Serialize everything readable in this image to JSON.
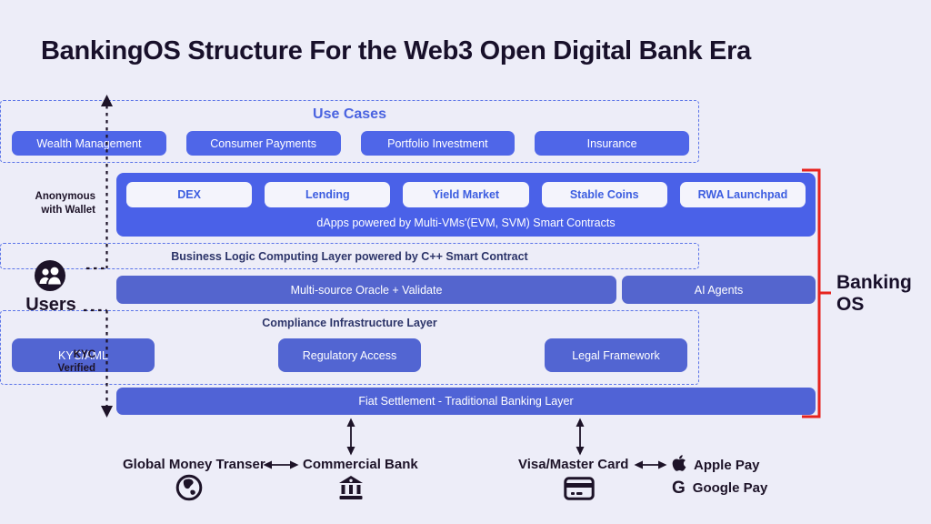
{
  "title": "BankingOS Structure For the Web3 Open Digital Bank Era",
  "colors": {
    "background": "#ededf8",
    "accent_blue": "#4f66e8",
    "container_blue": "#4a61e8",
    "bar_blue": "#5465ce",
    "light_pill": "#f4f4fc",
    "pill_text_blue": "#3c5de0",
    "dashed_border_blue": "#5b74e8",
    "heading_blue": "#4a63e0",
    "layer_heading_navy": "#2c3469",
    "bracket_red": "#e7231e",
    "ink": "#1d1328"
  },
  "icons": {
    "users": "users-icon",
    "globe": "globe-icon",
    "bank": "bank-icon",
    "card": "credit-card-icon",
    "apple": "apple-icon",
    "google": "google-g-icon",
    "up_arrow": "dashed-up-arrow-icon",
    "down_arrow": "dashed-down-arrow-icon",
    "double_arrows": "double-headed-arrow-icon"
  },
  "use_cases": {
    "heading": "Use Cases",
    "items": [
      "Wealth Management",
      "Consumer Payments",
      "Portfolio Investment",
      "Insurance"
    ]
  },
  "dapps": {
    "items": [
      "DEX",
      "Lending",
      "Yield Market",
      "Stable Coins",
      "RWA Launchpad"
    ],
    "caption": "dApps powered by Multi-VMs'(EVM, SVM) Smart Contracts"
  },
  "business_logic": {
    "label": "Business Logic Computing Layer powered by C++ Smart Contract"
  },
  "oracle_row": {
    "oracle": "Multi-source Oracle + Validate",
    "ai_agents": "AI Agents"
  },
  "compliance": {
    "heading": "Compliance Infrastructure Layer",
    "items": [
      "KYC/AML",
      "Regulatory Access",
      "Legal Framework"
    ]
  },
  "fiat": {
    "label": "Fiat Settlement - Traditional Banking Layer"
  },
  "left_rail": {
    "anonymous": "Anonymous\nwith Wallet",
    "users": "Users",
    "kyc": "KYC\nVerified"
  },
  "right_rail": {
    "label": "Banking\nOS"
  },
  "bottom": {
    "global_money": "Global Money Transer",
    "commercial_bank": "Commercial Bank",
    "visa_master": "Visa/Master Card",
    "apple_pay": "Apple Pay",
    "google_pay": "Google Pay"
  }
}
